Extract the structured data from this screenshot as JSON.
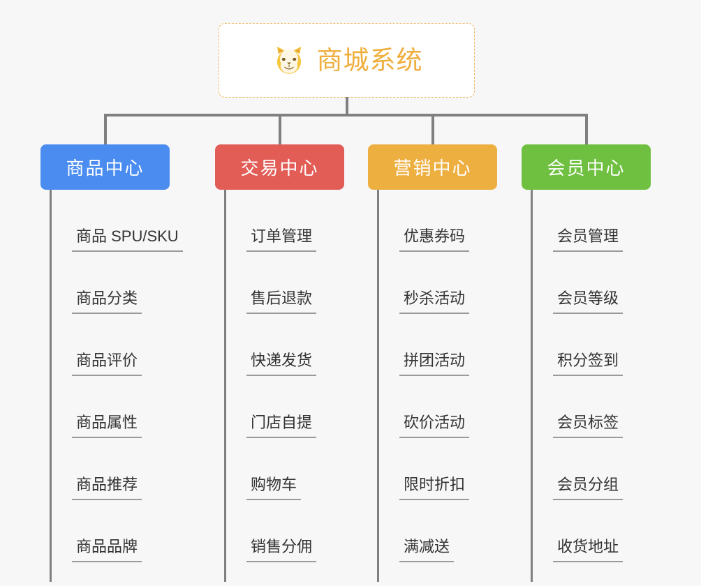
{
  "page": {
    "background_color": "#f7f7f7",
    "diagram_type": "organization-tree"
  },
  "root": {
    "title": "商城系统",
    "icon": "shiba-inu-dog-face-emoji",
    "border_color": "#efb661",
    "text_color": "#efae3d",
    "background_color": "#ffffff"
  },
  "connector": {
    "color": "#808080"
  },
  "categories": [
    {
      "label": "商品中心",
      "color": "#4a8cf0",
      "items": [
        "商品 SPU/SKU",
        "商品分类",
        "商品评价",
        "商品属性",
        "商品推荐",
        "商品品牌"
      ]
    },
    {
      "label": "交易中心",
      "color": "#e35d57",
      "items": [
        "订单管理",
        "售后退款",
        "快递发货",
        "门店自提",
        "购物车",
        "销售分佣"
      ]
    },
    {
      "label": "营销中心",
      "color": "#eeaf41",
      "items": [
        "优惠券码",
        "秒杀活动",
        "拼团活动",
        "砍价活动",
        "限时折扣",
        "满减送"
      ]
    },
    {
      "label": "会员中心",
      "color": "#6fc040",
      "items": [
        "会员管理",
        "会员等级",
        "积分签到",
        "会员标签",
        "会员分组",
        "收货地址"
      ]
    }
  ]
}
